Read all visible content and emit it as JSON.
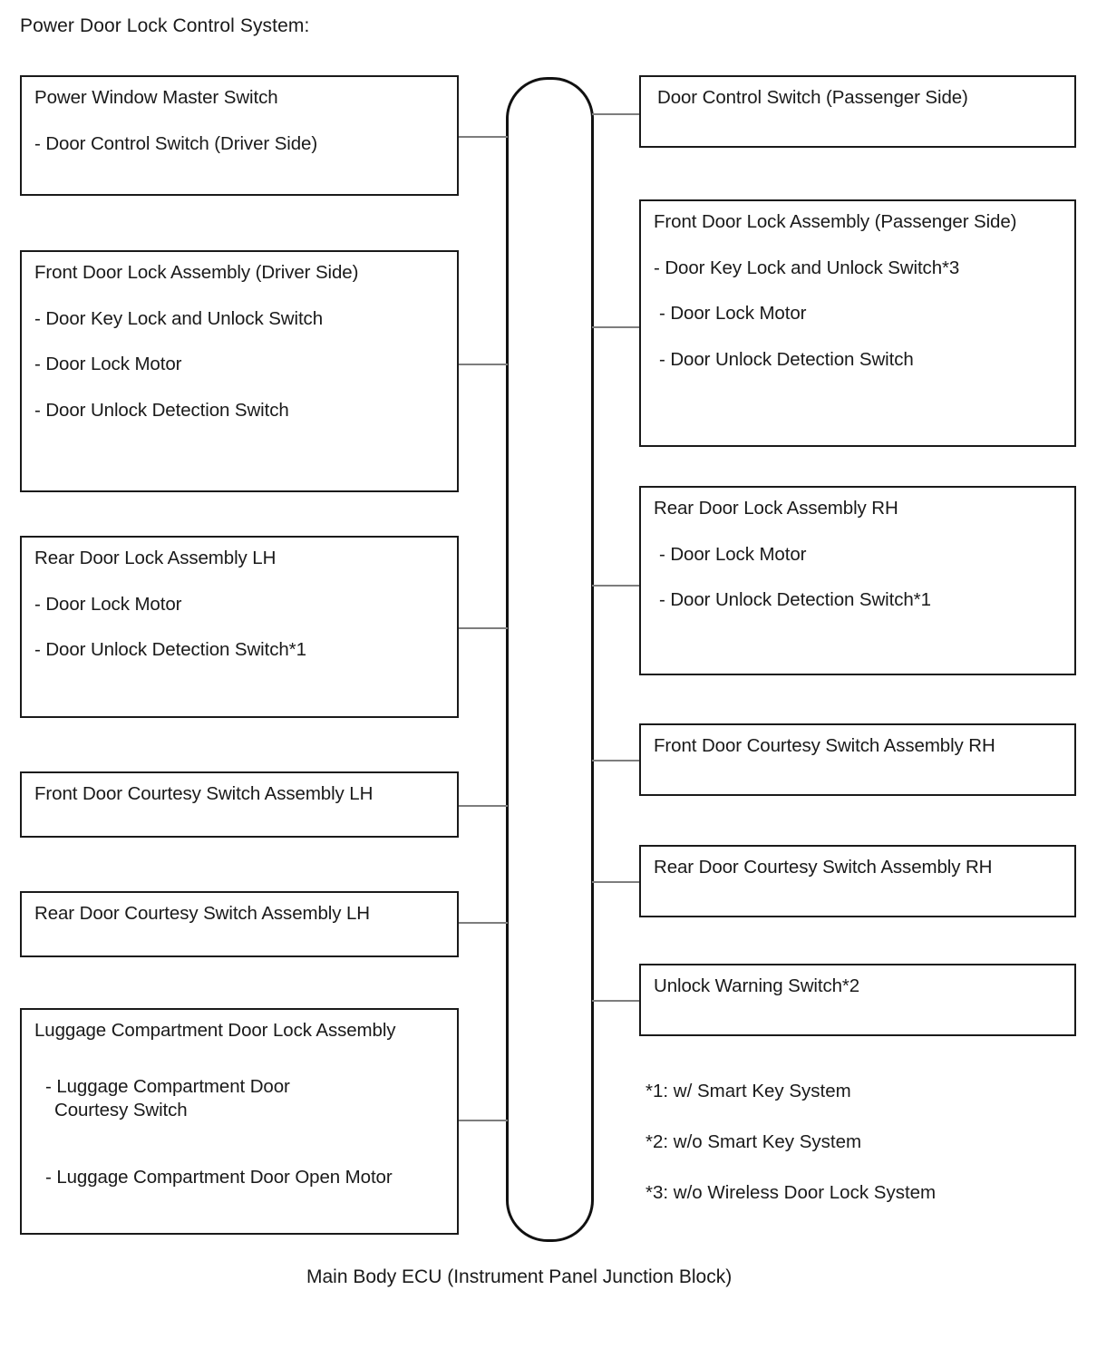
{
  "diagram": {
    "title": "Power Door Lock Control System:",
    "hub": {
      "label": "Main Body ECU (Instrument Panel Junction Block)",
      "shape": "rounded-rectangle"
    },
    "left_nodes": [
      {
        "id": "power-window-master-switch",
        "lines": [
          "Power Window Master Switch",
          "- Door Control Switch (Driver Side)"
        ]
      },
      {
        "id": "front-door-lock-assembly-driver-side",
        "lines": [
          "Front Door Lock Assembly (Driver Side)",
          "- Door Key Lock and Unlock Switch",
          "- Door Lock Motor",
          "- Door Unlock Detection Switch"
        ]
      },
      {
        "id": "rear-door-lock-assembly-lh",
        "lines": [
          "Rear Door Lock Assembly LH",
          "- Door Lock Motor",
          "- Door Unlock Detection Switch*1"
        ]
      },
      {
        "id": "front-door-courtesy-switch-assembly-lh",
        "lines": [
          "Front Door Courtesy Switch Assembly LH"
        ]
      },
      {
        "id": "rear-door-courtesy-switch-assembly-lh",
        "lines": [
          "Rear Door Courtesy Switch Assembly LH"
        ]
      },
      {
        "id": "luggage-compartment-door-lock-assembly",
        "lines": [
          "Luggage Compartment Door Lock Assembly",
          "- Luggage Compartment Door",
          "Courtesy Switch",
          "- Luggage Compartment Door Open Motor"
        ]
      }
    ],
    "right_nodes": [
      {
        "id": "door-control-switch-passenger-side",
        "lines": [
          "Door Control Switch (Passenger Side)"
        ]
      },
      {
        "id": "front-door-lock-assembly-passenger-side",
        "lines": [
          "Front Door Lock Assembly (Passenger Side)",
          "- Door Key Lock and Unlock Switch*3",
          "- Door Lock Motor",
          "- Door Unlock Detection Switch"
        ]
      },
      {
        "id": "rear-door-lock-assembly-rh",
        "lines": [
          "Rear Door Lock Assembly RH",
          "- Door Lock Motor",
          "- Door Unlock Detection Switch*1"
        ]
      },
      {
        "id": "front-door-courtesy-switch-assembly-rh",
        "lines": [
          "Front Door Courtesy Switch Assembly RH"
        ]
      },
      {
        "id": "rear-door-courtesy-switch-assembly-rh",
        "lines": [
          "Rear Door Courtesy Switch Assembly RH"
        ]
      },
      {
        "id": "unlock-warning-switch",
        "lines": [
          "Unlock Warning Switch*2"
        ]
      }
    ],
    "footnotes": [
      "*1: w/ Smart Key System",
      "*2: w/o Smart Key System",
      "*3: w/o Wireless Door Lock System"
    ],
    "colors": {
      "node_border": "#1a1a1a",
      "connector": "#7d7d7d",
      "background": "#ffffff",
      "text": "#1a1a1a"
    }
  }
}
